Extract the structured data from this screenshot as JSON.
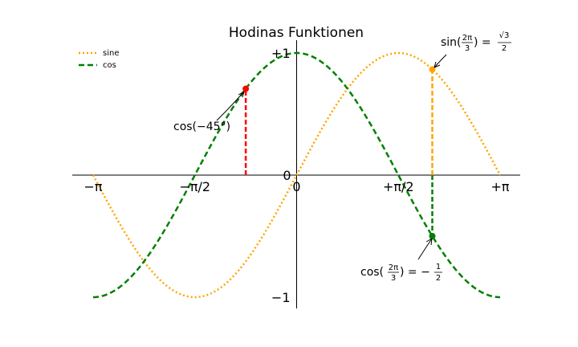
{
  "chart_data": {
    "type": "line",
    "title": "Hodinas Funktionen",
    "xlabel": "",
    "ylabel": "",
    "xlim": [
      -3.14159,
      3.14159
    ],
    "ylim": [
      -1.0,
      1.0
    ],
    "x_ticks": [
      {
        "value": -3.14159,
        "label": "−π"
      },
      {
        "value": -1.5708,
        "label": "−π/2"
      },
      {
        "value": 0,
        "label": "0"
      },
      {
        "value": 1.5708,
        "label": "+π/2"
      },
      {
        "value": 3.14159,
        "label": "+π"
      }
    ],
    "y_ticks": [
      {
        "value": -1,
        "label": "−1"
      },
      {
        "value": 0,
        "label": "0"
      },
      {
        "value": 1,
        "label": "+1"
      }
    ],
    "legend_position": "upper-left",
    "series": [
      {
        "name": "sine",
        "function": "sin",
        "color": "#FFA500",
        "style": "dotted"
      },
      {
        "name": "cos",
        "function": "cos",
        "color": "#008000",
        "style": "dashed"
      }
    ],
    "markers": [
      {
        "x": -0.7854,
        "y": 0.7071,
        "color": "#FF0000",
        "guide_color": "#FF0000"
      },
      {
        "x": 2.0944,
        "y": 0.866,
        "color": "#FFA500",
        "guide_color": "#FFA500"
      },
      {
        "x": 2.0944,
        "y": -0.5,
        "color": "#008000",
        "guide_color": "#008000"
      }
    ],
    "annotations": [
      {
        "text": "cos(−45°)"
      },
      {
        "text": "sin(2π/3) = √3/2"
      },
      {
        "text": "cos(2π/3) = −1/2"
      }
    ]
  }
}
